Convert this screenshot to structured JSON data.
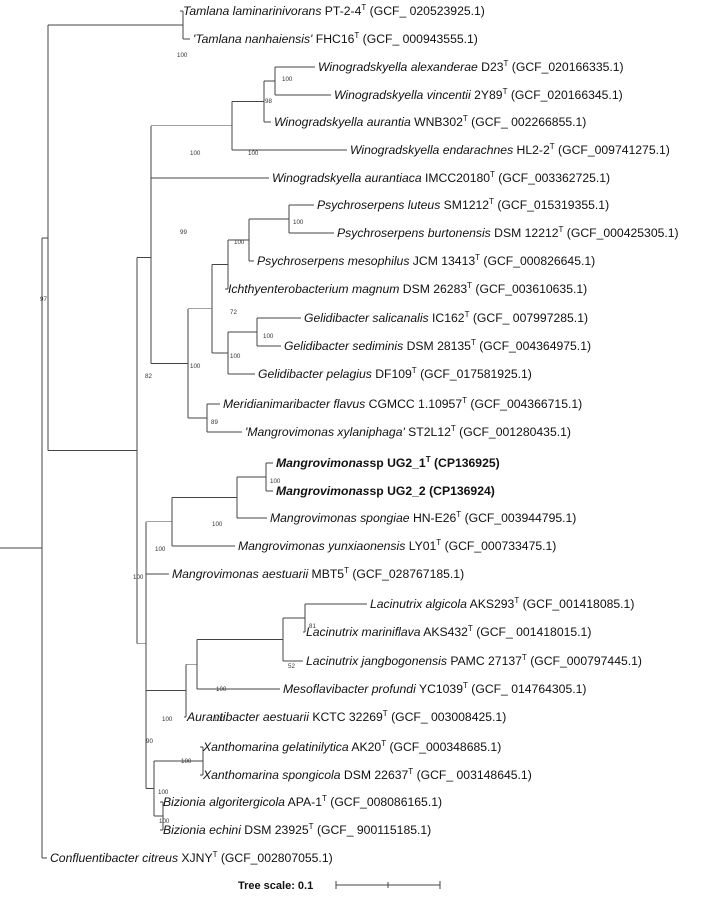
{
  "tree_scale": {
    "label": "Tree scale: 0.1"
  },
  "taxa": [
    {
      "id": "t1",
      "genus": "Tamlana",
      "epithet": "laminarinivorans",
      "quoted": false,
      "strain": "PT-2-4",
      "type_strain": true,
      "accession": "(GCF_ 020523925.1)",
      "bold": false
    },
    {
      "id": "t2",
      "genus": "Tamlana",
      "epithet": "nanhaiensis",
      "quoted": true,
      "strain": "FHC16",
      "type_strain": true,
      "accession": "(GCF_ 000943555.1)",
      "bold": false
    },
    {
      "id": "t3",
      "genus": "Winogradskyella",
      "epithet": "alexanderae",
      "quoted": false,
      "strain": "D23",
      "type_strain": true,
      "accession": "(GCF_020166335.1)",
      "bold": false
    },
    {
      "id": "t4",
      "genus": "Winogradskyella",
      "epithet": "vincentii",
      "quoted": false,
      "strain": "2Y89",
      "type_strain": true,
      "accession": "(GCF_020166345.1)",
      "bold": false
    },
    {
      "id": "t5",
      "genus": "Winogradskyella",
      "epithet": "aurantia",
      "quoted": false,
      "strain": "WNB302",
      "type_strain": true,
      "accession": "(GCF_ 002266855.1)",
      "bold": false
    },
    {
      "id": "t6",
      "genus": "Winogradskyella",
      "epithet": "endarachnes",
      "quoted": false,
      "strain": "HL2-2",
      "type_strain": true,
      "accession": "(GCF_009741275.1)",
      "bold": false
    },
    {
      "id": "t7",
      "genus": "Winogradskyella",
      "epithet": "aurantiaca",
      "quoted": false,
      "strain": "IMCC20180",
      "type_strain": true,
      "accession": "(GCF_003362725.1)",
      "bold": false
    },
    {
      "id": "t8",
      "genus": "Psychroserpens",
      "epithet": "luteus",
      "quoted": false,
      "strain": "SM1212",
      "type_strain": true,
      "accession": "(GCF_015319355.1)",
      "bold": false
    },
    {
      "id": "t9",
      "genus": "Psychroserpens",
      "epithet": "burtonensis",
      "quoted": false,
      "strain": "DSM 12212",
      "type_strain": true,
      "accession": "(GCF_000425305.1)",
      "bold": false
    },
    {
      "id": "t10",
      "genus": "Psychroserpens",
      "epithet": "mesophilus",
      "quoted": false,
      "strain": "JCM 13413",
      "type_strain": true,
      "accession": "(GCF_000826645.1)",
      "bold": false
    },
    {
      "id": "t11",
      "genus": "Ichthyenterobacterium",
      "epithet": "magnum",
      "quoted": false,
      "strain": "DSM 26283",
      "type_strain": true,
      "accession": "(GCF_003610635.1)",
      "bold": false
    },
    {
      "id": "t12",
      "genus": "Gelidibacter",
      "epithet": "salicanalis",
      "quoted": false,
      "strain": "IC162",
      "type_strain": true,
      "accession": "(GCF_ 007997285.1)",
      "bold": false
    },
    {
      "id": "t13",
      "genus": "Gelidibacter",
      "epithet": "sediminis",
      "quoted": false,
      "strain": "DSM 28135",
      "type_strain": true,
      "accession": "(GCF_004364975.1)",
      "bold": false
    },
    {
      "id": "t14",
      "genus": "Gelidibacter",
      "epithet": "pelagius",
      "quoted": false,
      "strain": "DF109",
      "type_strain": true,
      "accession": "(GCF_017581925.1)",
      "bold": false
    },
    {
      "id": "t15",
      "genus": "Meridianimaribacter",
      "epithet": "flavus",
      "quoted": false,
      "strain": "CGMCC 1.10957",
      "type_strain": true,
      "accession": "(GCF_004366715.1)",
      "bold": false
    },
    {
      "id": "t16",
      "genus": "Mangrovimonas",
      "epithet": "xylaniphaga",
      "quoted": true,
      "strain": "ST2L12",
      "type_strain": true,
      "accession": "(GCF_001280435.1)",
      "bold": false
    },
    {
      "id": "t17",
      "genus": "Mangrovimonas",
      "epithet": "",
      "quoted": false,
      "strain": "sp UG2_1",
      "type_strain": true,
      "accession": "(CP136925)",
      "bold": true
    },
    {
      "id": "t18",
      "genus": "Mangrovimonas",
      "epithet": "",
      "quoted": false,
      "strain": "sp UG2_2",
      "type_strain": false,
      "accession": "(CP136924)",
      "bold": true
    },
    {
      "id": "t19",
      "genus": "Mangrovimonas",
      "epithet": "spongiae",
      "quoted": false,
      "strain": "HN-E26",
      "type_strain": true,
      "accession": "(GCF_003944795.1)",
      "bold": false
    },
    {
      "id": "t20",
      "genus": "Mangrovimonas",
      "epithet": "yunxiaonensis",
      "quoted": false,
      "strain": "LY01",
      "type_strain": true,
      "accession": "(GCF_000733475.1)",
      "bold": false
    },
    {
      "id": "t21",
      "genus": "Mangrovimonas",
      "epithet": "aestuarii",
      "quoted": false,
      "strain": "MBT5",
      "type_strain": true,
      "accession": "(GCF_028767185.1)",
      "bold": false
    },
    {
      "id": "t22",
      "genus": "Lacinutrix",
      "epithet": "algicola",
      "quoted": false,
      "strain": "AKS293",
      "type_strain": true,
      "accession": "(GCF_001418085.1)",
      "bold": false
    },
    {
      "id": "t23",
      "genus": "Lacinutrix",
      "epithet": "mariniflava",
      "quoted": false,
      "strain": "AKS432",
      "type_strain": true,
      "accession": "(GCF_ 001418015.1)",
      "bold": false
    },
    {
      "id": "t24",
      "genus": "Lacinutrix",
      "epithet": "jangbogonensis",
      "quoted": false,
      "strain": "PAMC 27137",
      "type_strain": true,
      "accession": "(GCF_000797445.1)",
      "bold": false
    },
    {
      "id": "t25",
      "genus": "Mesoflavibacter",
      "epithet": "profundi",
      "quoted": false,
      "strain": "YC1039",
      "type_strain": true,
      "accession": "(GCF_ 014764305.1)",
      "bold": false
    },
    {
      "id": "t26",
      "genus": "Aurantibacter",
      "epithet": "aestuarii",
      "quoted": false,
      "strain": "KCTC 32269",
      "type_strain": true,
      "accession": "(GCF_ 003008425.1)",
      "bold": false
    },
    {
      "id": "t27",
      "genus": "Xanthomarina",
      "epithet": "gelatinilytica",
      "quoted": false,
      "strain": "AK20",
      "type_strain": true,
      "accession": "(GCF_000348685.1)",
      "bold": false
    },
    {
      "id": "t28",
      "genus": "Xanthomarina",
      "epithet": "spongicola",
      "quoted": false,
      "strain": "DSM 22637",
      "type_strain": true,
      "accession": "(GCF_ 003148645.1)",
      "bold": false
    },
    {
      "id": "t29",
      "genus": "Bizionia",
      "epithet": "algoritergicola",
      "quoted": false,
      "strain": "APA-1",
      "type_strain": true,
      "accession": "(GCF_008086165.1)",
      "bold": false
    },
    {
      "id": "t30",
      "genus": "Bizionia",
      "epithet": "echini",
      "quoted": false,
      "strain": "DSM 23925",
      "type_strain": true,
      "accession": "(GCF_ 900115185.1)",
      "bold": false
    },
    {
      "id": "t31",
      "genus": "Confluentibacter",
      "epithet": "citreus",
      "quoted": false,
      "strain": "XJNY",
      "type_strain": true,
      "accession": "(GCF_002807055.1)",
      "bold": false
    }
  ],
  "bootstrap_values": [
    {
      "id": "b1",
      "value": "100"
    },
    {
      "id": "b2",
      "value": "100"
    },
    {
      "id": "b3",
      "value": "98"
    },
    {
      "id": "b4",
      "value": "100"
    },
    {
      "id": "b5",
      "value": "100"
    },
    {
      "id": "b6",
      "value": "100"
    },
    {
      "id": "b7",
      "value": "100"
    },
    {
      "id": "b8",
      "value": "72"
    },
    {
      "id": "b9",
      "value": "100"
    },
    {
      "id": "b10",
      "value": "100"
    },
    {
      "id": "b11",
      "value": "99"
    },
    {
      "id": "b12",
      "value": "89"
    },
    {
      "id": "b13",
      "value": "97"
    },
    {
      "id": "b14",
      "value": "82"
    },
    {
      "id": "b15",
      "value": "100"
    },
    {
      "id": "b16",
      "value": "100"
    },
    {
      "id": "b17",
      "value": "100"
    },
    {
      "id": "b18",
      "value": "100"
    },
    {
      "id": "b19",
      "value": "81"
    },
    {
      "id": "b20",
      "value": "52"
    },
    {
      "id": "b21",
      "value": "100"
    },
    {
      "id": "b22",
      "value": "100"
    },
    {
      "id": "b23",
      "value": "100"
    },
    {
      "id": "b24",
      "value": "100"
    },
    {
      "id": "b25",
      "value": "100"
    },
    {
      "id": "b26",
      "value": "90"
    },
    {
      "id": "b27",
      "value": "100"
    },
    {
      "id": "b28",
      "value": "100"
    }
  ],
  "colors": {
    "branch": "#444444",
    "text": "#111111",
    "bootstrap": "#333333"
  }
}
